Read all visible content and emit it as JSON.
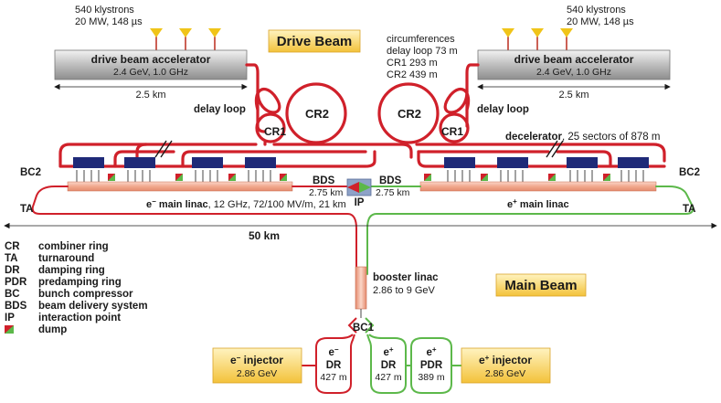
{
  "title_drive": "Drive Beam",
  "title_main": "Main Beam",
  "left_klystrons": {
    "line1": "540 klystrons",
    "line2": "20 MW, 148 µs"
  },
  "right_klystrons": {
    "line1": "540 klystrons",
    "line2": "20 MW, 148 µs"
  },
  "left_accel": {
    "title": "drive beam accelerator",
    "sub": "2.4 GeV, 1.0 GHz"
  },
  "right_accel": {
    "title": "drive beam accelerator",
    "sub": "2.4 GeV, 1.0 GHz"
  },
  "left_length": "2.5 km",
  "right_length": "2.5 km",
  "circumferences": {
    "l1": "circumferences",
    "l2": "delay loop 73 m",
    "l3": "CR1 293 m",
    "l4": "CR2 439 m"
  },
  "delay_loop_left": "delay loop",
  "delay_loop_right": "delay loop",
  "cr1": "CR1",
  "cr2": "CR2",
  "decelerator": {
    "bold": "decelerator",
    "rest": ", 25 sectors of 878 m"
  },
  "bc2": "BC2",
  "ta": "TA",
  "bds": "BDS",
  "bds_len": "2.75 km",
  "ip": "IP",
  "e_minus_linac": {
    "sym": "e",
    "sup": "−",
    "bold": " main linac",
    "rest": ", 12 GHz, 72/100 MV/m, 21 km"
  },
  "e_plus_linac": {
    "sym": "e",
    "sup": "+",
    "bold": " main linac"
  },
  "total_length": "50 km",
  "legend": [
    {
      "abbr": "CR",
      "desc": "combiner ring"
    },
    {
      "abbr": "TA",
      "desc": "turnaround"
    },
    {
      "abbr": "DR",
      "desc": "damping ring"
    },
    {
      "abbr": "PDR",
      "desc": "predamping ring"
    },
    {
      "abbr": "BC",
      "desc": "bunch compressor"
    },
    {
      "abbr": "BDS",
      "desc": "beam delivery system"
    },
    {
      "abbr": "IP",
      "desc": "interaction point"
    },
    {
      "abbr": "",
      "desc": "dump"
    }
  ],
  "booster": {
    "l1": "booster linac",
    "l2": "2.86 to 9 GeV"
  },
  "bc1": "BC1",
  "e_minus_injector": {
    "sym": "e",
    "sup": "−",
    "label": " injector",
    "energy": "2.86 GeV"
  },
  "e_plus_injector": {
    "sym": "e",
    "sup": "+",
    "label": " injector",
    "energy": "2.86 GeV"
  },
  "e_minus_dr": {
    "sym": "e",
    "sup": "−",
    "name": "DR",
    "len": "427 m"
  },
  "e_plus_dr": {
    "sym": "e",
    "sup": "+",
    "name": "DR",
    "len": "427 m"
  },
  "e_plus_pdr": {
    "sym": "e",
    "sup": "+",
    "name": "PDR",
    "len": "389 m"
  },
  "colors": {
    "electron": "#d0202a",
    "positron": "#5cb84a",
    "pets": "#1f2a78",
    "box": "#f6c945",
    "linac": "#f2b7a0"
  }
}
